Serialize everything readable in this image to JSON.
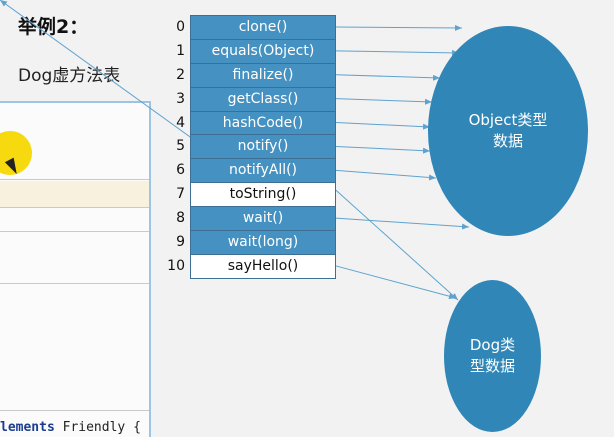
{
  "slide": {
    "title": "举例2：",
    "subtitle": "Dog虚方法表"
  },
  "ide": {
    "code_keyword": "lements",
    "code_rest": " Friendly {"
  },
  "vtable": [
    {
      "index": "0",
      "method": "clone()",
      "owner": "object"
    },
    {
      "index": "1",
      "method": "equals(Object)",
      "owner": "object"
    },
    {
      "index": "2",
      "method": "finalize()",
      "owner": "object"
    },
    {
      "index": "3",
      "method": "getClass()",
      "owner": "object"
    },
    {
      "index": "4",
      "method": "hashCode()",
      "owner": "object"
    },
    {
      "index": "5",
      "method": "notify()",
      "owner": "object"
    },
    {
      "index": "6",
      "method": "notifyAll()",
      "owner": "object"
    },
    {
      "index": "7",
      "method": "toString()",
      "owner": "dog"
    },
    {
      "index": "8",
      "method": "wait()",
      "owner": "object"
    },
    {
      "index": "9",
      "method": "wait(long)",
      "owner": "object"
    },
    {
      "index": "10",
      "method": "sayHello()",
      "owner": "dog"
    }
  ],
  "object_data": {
    "line1": "Object类型",
    "line2": "数据"
  },
  "dog_data": {
    "line1": "Dog类",
    "line2": "型数据"
  },
  "colors": {
    "cell": "#4592c2",
    "ellipse": "#2f86b7",
    "arrow": "#5ea3cf"
  }
}
